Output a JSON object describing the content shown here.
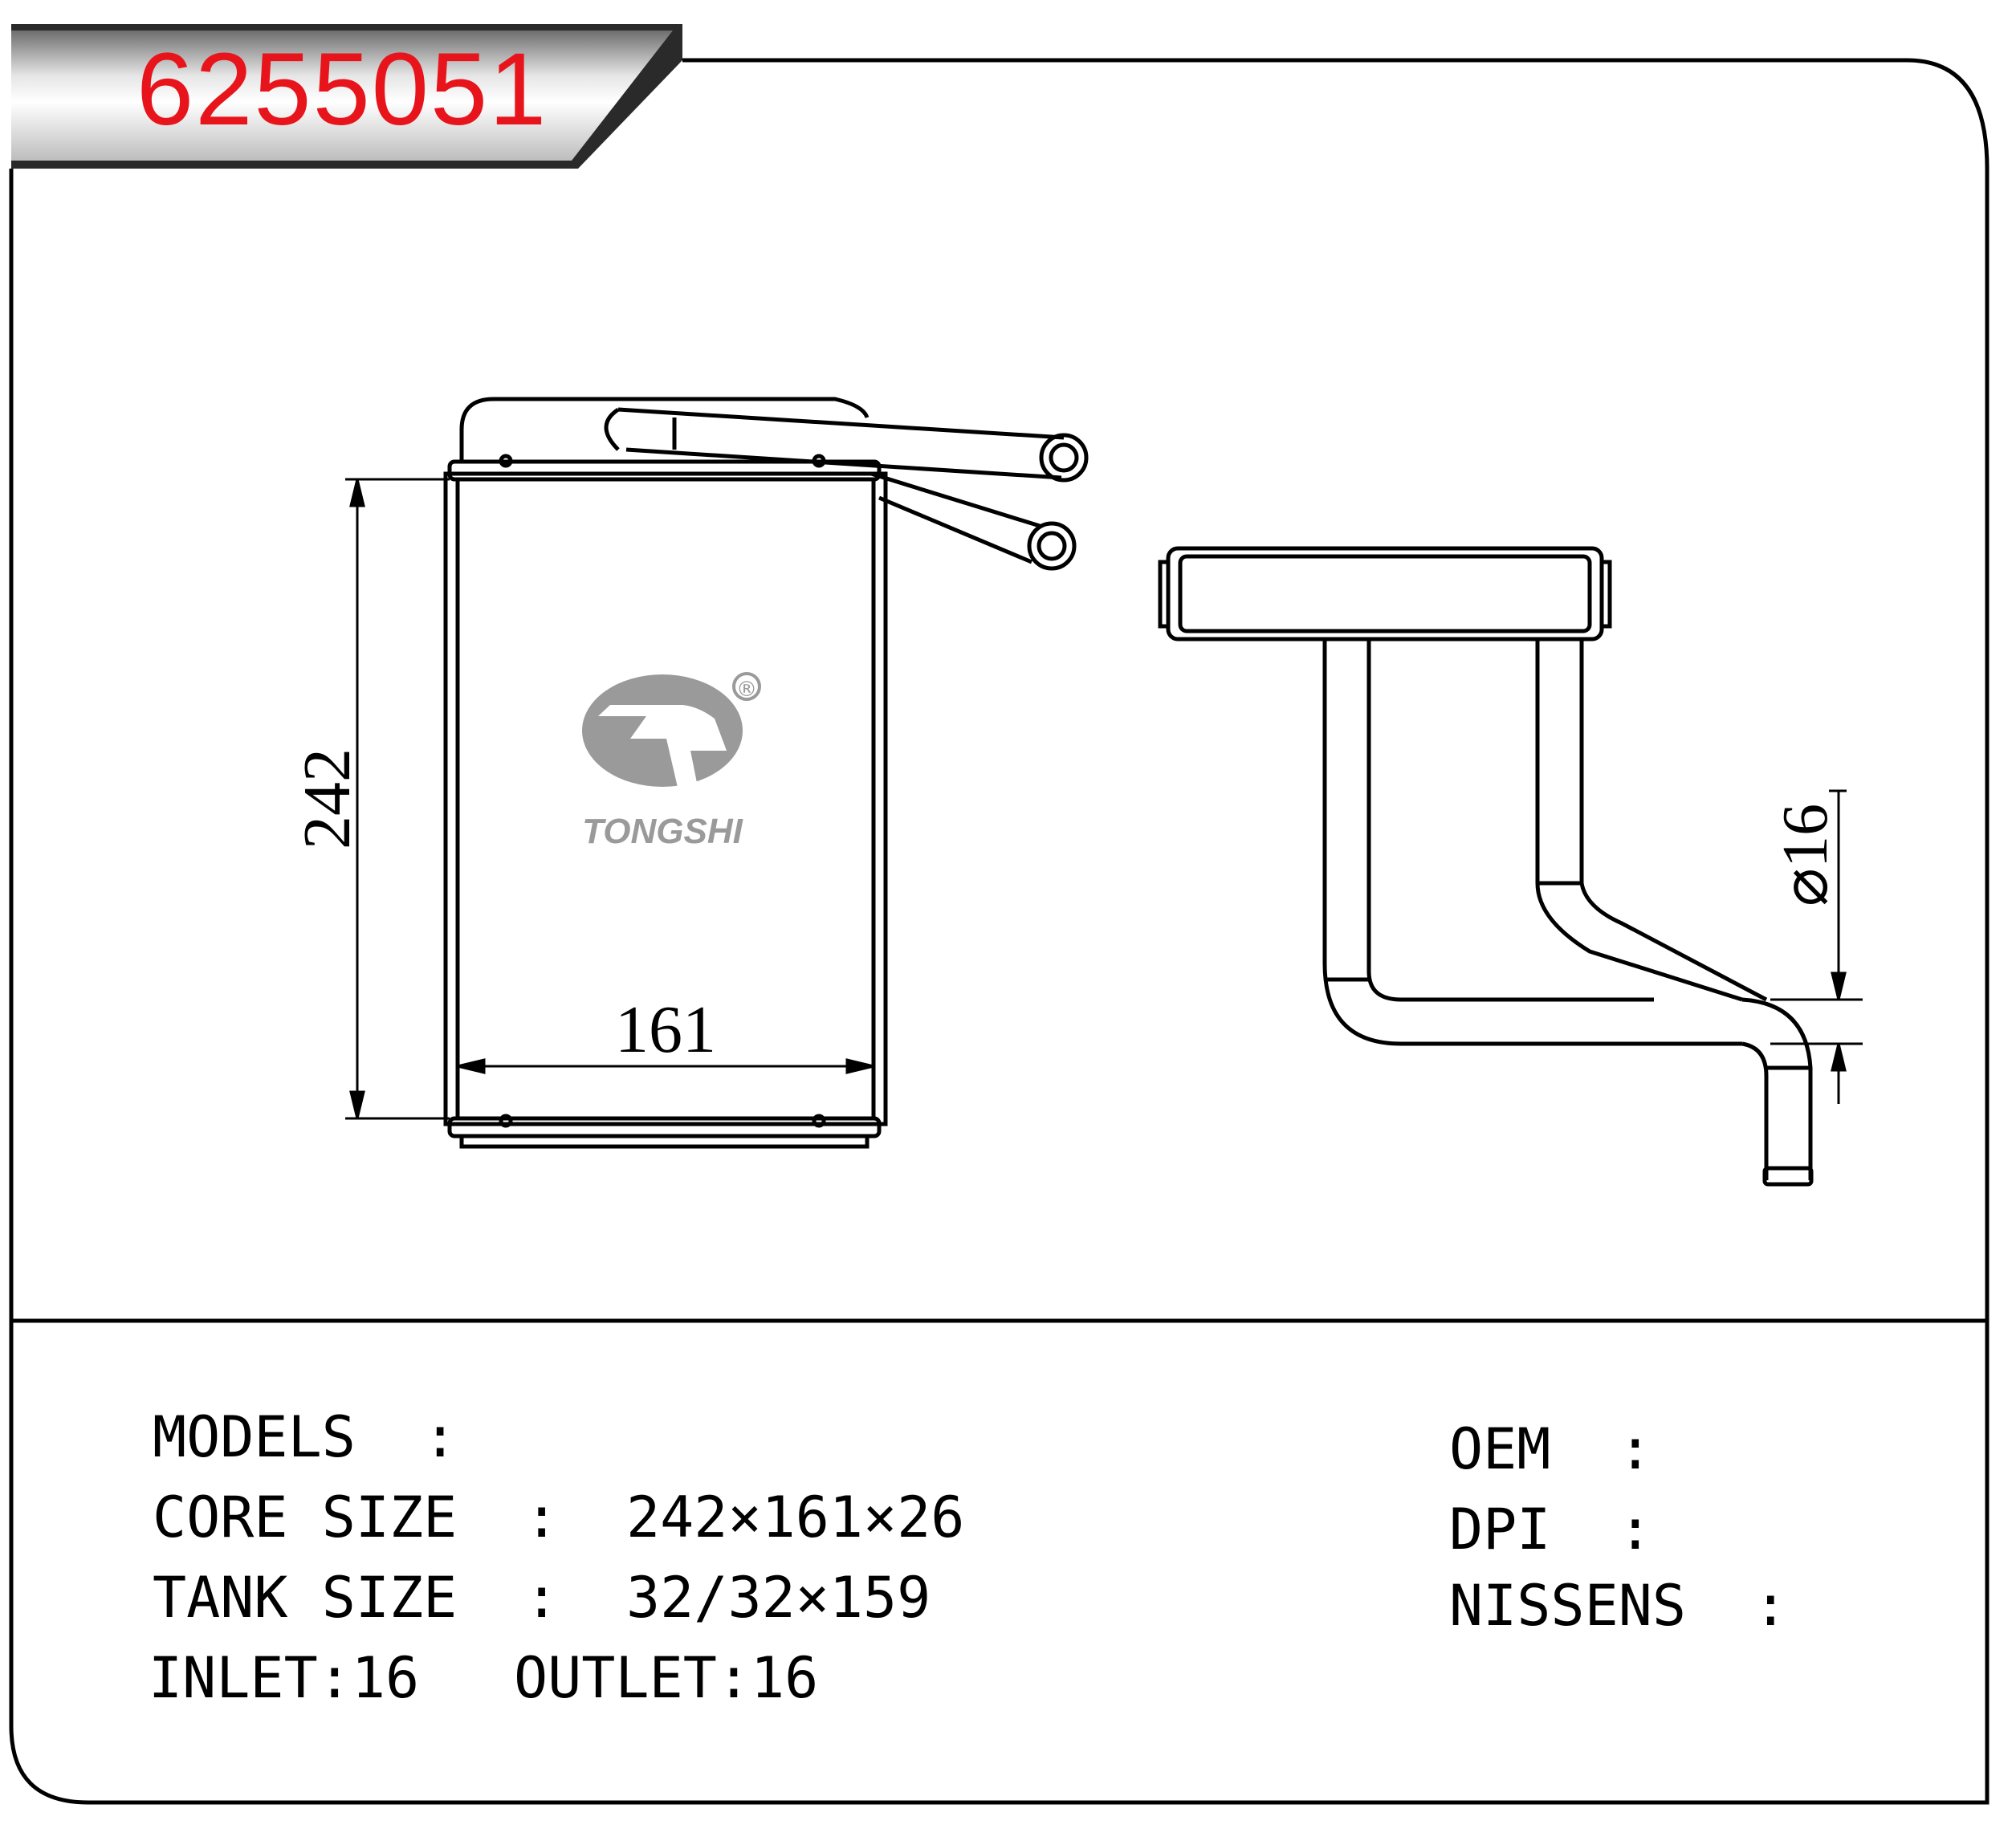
{
  "part_number": "6255051",
  "logo": {
    "brand": "TONGSHI",
    "registered_mark": "®"
  },
  "dimensions": {
    "height_label": "242",
    "width_label": "161",
    "pipe_diameter_label": "⌀16"
  },
  "specs": {
    "models": "MODELS  :",
    "core_size": "CORE SIZE  :  242×161×26",
    "tank_size": "TANK SIZE  :  32/32×159",
    "inlet": "INLET:16",
    "outlet": "OUTLET:16",
    "oem": "OEM  :",
    "dpi": "DPI  :",
    "nissens": "NISSENS  :"
  },
  "colors": {
    "part_number": "#e8141b",
    "logo": "#9a9a9a",
    "line": "#000000"
  }
}
